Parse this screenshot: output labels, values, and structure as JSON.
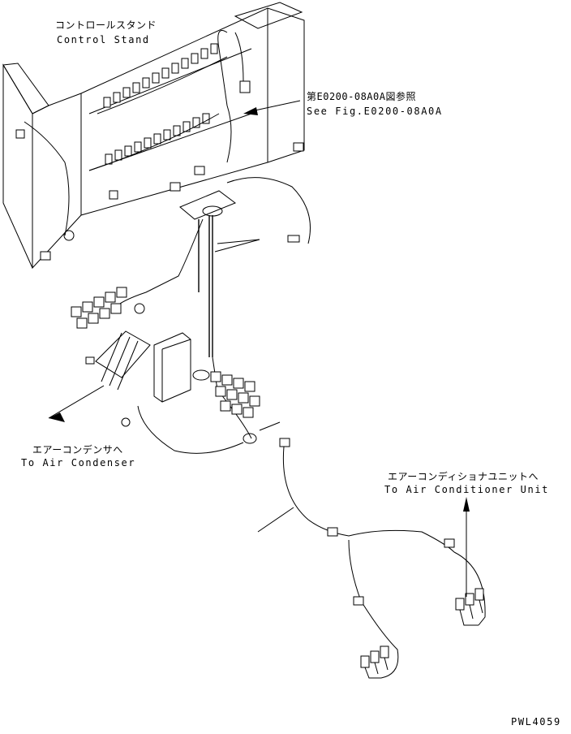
{
  "labels": {
    "control_stand_jp": "コントロールスタンド",
    "control_stand_en": "Control Stand",
    "see_fig_jp": "第E0200-08A0A図参照",
    "see_fig_en": "See Fig.E0200-08A0A",
    "air_condenser_jp": "エアーコンデンサへ",
    "air_condenser_en": "To Air Condenser",
    "ac_unit_jp": "エアーコンディショナユニットへ",
    "ac_unit_en": "To Air Conditioner Unit",
    "drawing_number": "PWL4059"
  }
}
